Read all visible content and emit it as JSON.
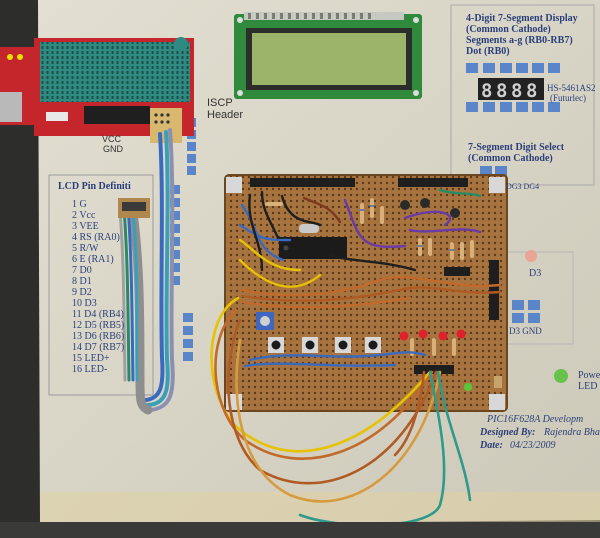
{
  "paper": {
    "seg_title": "4-Digit 7-Segment Display",
    "seg_sub1": "(Common Cathode)",
    "seg_sub2": "Segments a-g (RB0-RB7)",
    "seg_sub3": "Dot (RB0)",
    "seg_part": "HS-5461AS2",
    "seg_part2": "(Futurlec)",
    "digit_title": "7-Segment Digit Select",
    "digit_sub": "(Common Cathode)",
    "digit_labels": "DG3 DG4",
    "isp_line1": "ISCP",
    "isp_line2": "Header",
    "vcc": "VCC",
    "gnd": "GND",
    "lcd_title": "LCD Pin Definiti",
    "lcd_pins": [
      "1   G",
      "2   Vcc",
      "3   VEE",
      "4   RS (RA0)",
      "5   R/W",
      "6   E (RA1)",
      "7   D0",
      "8   D1",
      "9   D2",
      "10  D3",
      "11  D4 (RB4)",
      "12  D5 (RB5)",
      "13  D6 (RB6)",
      "14  D7 (RB7)",
      "15  LED+",
      "16  LED-"
    ],
    "d3": "D3",
    "d3_gnd": "D3 GND",
    "power_led1": "Powe",
    "power_led2": "LED",
    "footer1": "PIC16F628A Developm",
    "footer2_label": "Designed By:",
    "footer2_value": "Rajendra Bhat",
    "footer3_label": "Date:",
    "footer3_value": "04/23/2009"
  },
  "colors": {
    "background": "#3a3a38",
    "paper": "#d9d6c8",
    "pcb": "#a7743f",
    "lcd_pcb": "#2f8a3c",
    "lcd_glass": "#9cb36a",
    "programmer": "#c4262c",
    "zif_socket": "#2f8b82",
    "seg_blue": "#5a86c9",
    "led_red": "#e0202a",
    "power_led": "#66c24a"
  }
}
